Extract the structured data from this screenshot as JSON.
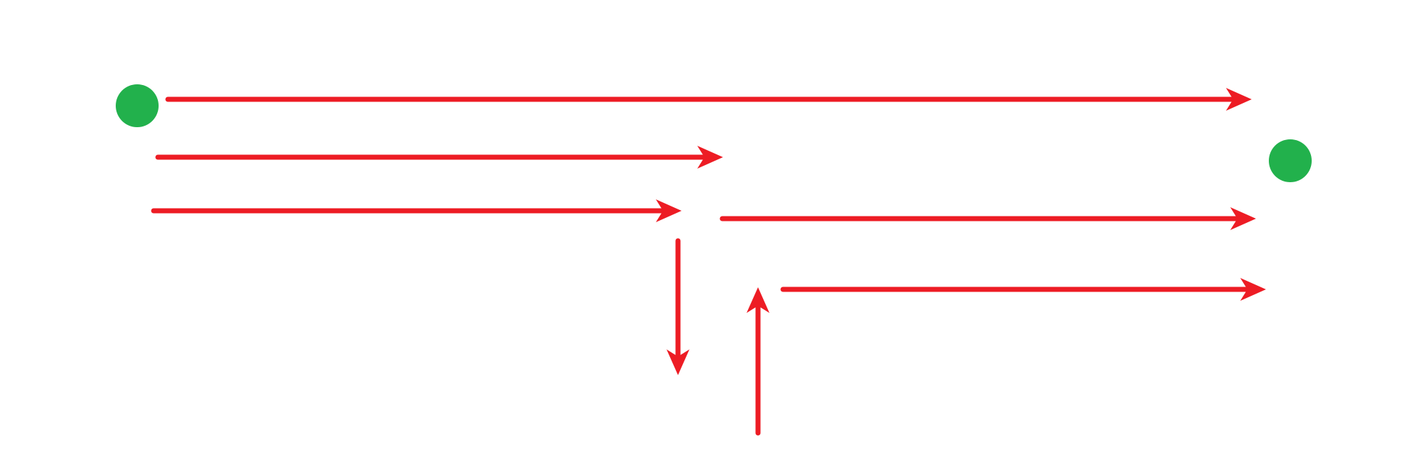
{
  "diagram": {
    "background": "#ffffff",
    "arrow_color": "#ed1c24",
    "dot_color": "#22b14c",
    "dots": [
      {
        "name": "start-dot",
        "icon": "green-circle"
      },
      {
        "name": "end-dot",
        "icon": "green-circle"
      }
    ],
    "arrows": [
      {
        "name": "arrow-top-long",
        "direction": "right"
      },
      {
        "name": "arrow-second-row",
        "direction": "right"
      },
      {
        "name": "arrow-third-row-left",
        "direction": "right"
      },
      {
        "name": "arrow-third-row-right",
        "direction": "right"
      },
      {
        "name": "arrow-fourth-row-right",
        "direction": "right"
      },
      {
        "name": "arrow-down",
        "direction": "down"
      },
      {
        "name": "arrow-up",
        "direction": "up"
      }
    ]
  }
}
